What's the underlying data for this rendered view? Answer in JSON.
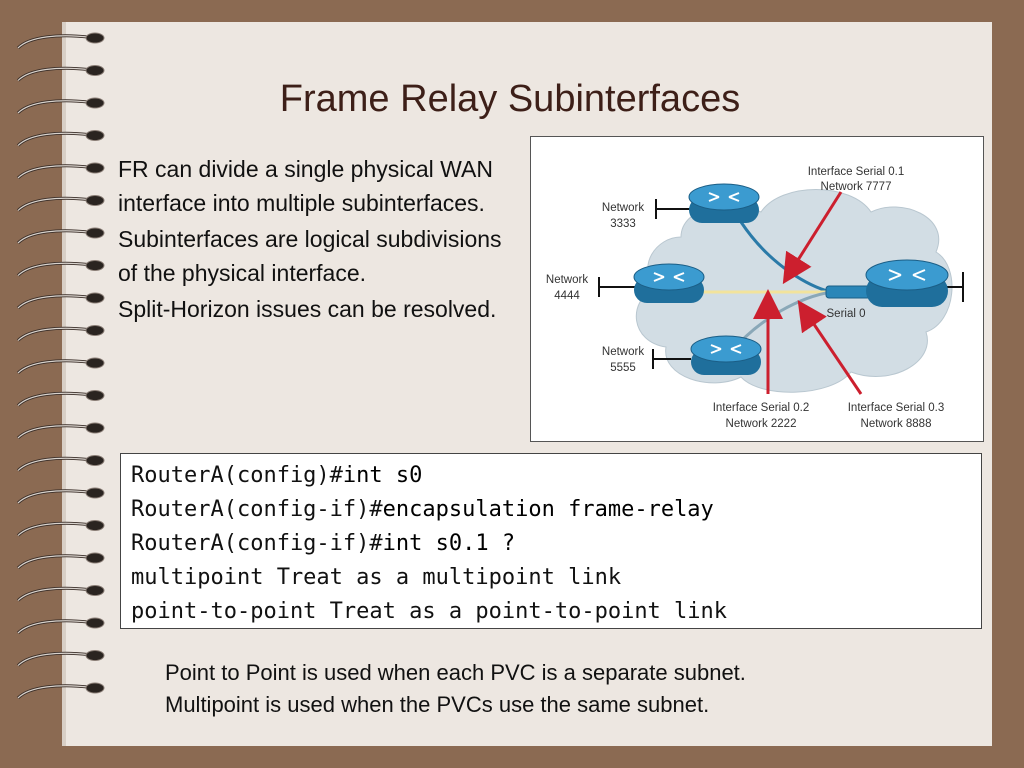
{
  "slide": {
    "title": "Frame Relay Subinterfaces",
    "bullets": [
      "FR can divide a single physical WAN interface into multiple subinterfaces.",
      "Subinterfaces are logical subdivisions of the physical interface.",
      "Split-Horizon issues can be resolved."
    ]
  },
  "diagram": {
    "labels": {
      "serial01_a": "Interface Serial 0.1",
      "serial01_b": "Network 7777",
      "net3333_a": "Network",
      "net3333_b": "3333",
      "net4444_a": "Network",
      "net4444_b": "4444",
      "net5555_a": "Network",
      "net5555_b": "5555",
      "serial0": "Serial 0",
      "serial02_a": "Interface Serial 0.2",
      "serial02_b": "Network 2222",
      "serial03_a": "Interface Serial 0.3",
      "serial03_b": "Network 8888"
    },
    "colors": {
      "router": "#2a86b8",
      "cloud": "#d2dde4",
      "arrow": "#cc1f2e",
      "link_center": "#f2e39c"
    }
  },
  "cli": {
    "lines": [
      {
        "prompt": "RouterA(config)#",
        "command": "int s0"
      },
      {
        "prompt": "RouterA(config-if)#",
        "command": "encapsulation frame-relay"
      },
      {
        "prompt": "RouterA(config-if)#",
        "command": "int s0.1 ?"
      },
      {
        "prompt": "multipoint Treat as a multipoint link",
        "command": ""
      },
      {
        "prompt": "point-to-point Treat as a point-to-point link",
        "command": ""
      }
    ]
  },
  "note": {
    "line1": "Point to Point is used when each PVC is a separate subnet.",
    "line2": "Multipoint is used when the PVCs use the same subnet."
  }
}
